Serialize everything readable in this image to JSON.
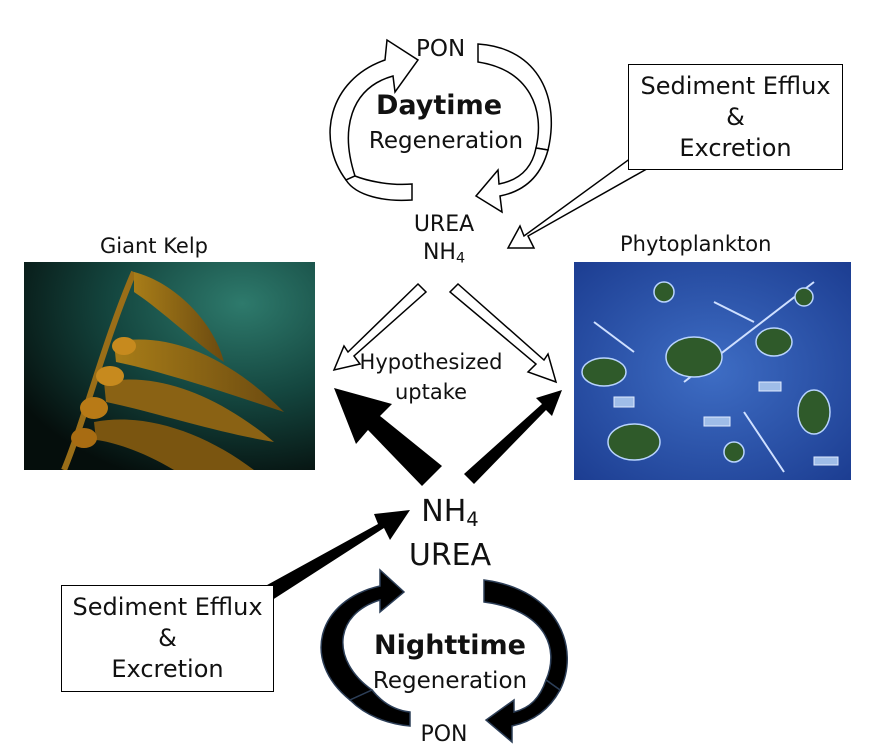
{
  "top_cycle": {
    "pon": "PON",
    "title": "Daytime",
    "subtitle": "Regeneration",
    "source_line1": "UREA",
    "source_line2_base": "NH",
    "source_line2_sub": "4"
  },
  "bottom_cycle": {
    "source_line1_base": "NH",
    "source_line1_sub": "4",
    "source_line2": "UREA",
    "title": "Nighttime",
    "subtitle": "Regeneration",
    "pon": "PON"
  },
  "sediment_box_top": {
    "line1": "Sediment Efflux",
    "line2": "&",
    "line3": "Excretion"
  },
  "sediment_box_bottom": {
    "line1": "Sediment Efflux",
    "line2": "&",
    "line3": "Excretion"
  },
  "kelp": {
    "label": "Giant Kelp"
  },
  "phytoplankton": {
    "label": "Phytoplankton"
  },
  "uptake_label": {
    "line1": "Hypothesized",
    "line2": "uptake"
  }
}
